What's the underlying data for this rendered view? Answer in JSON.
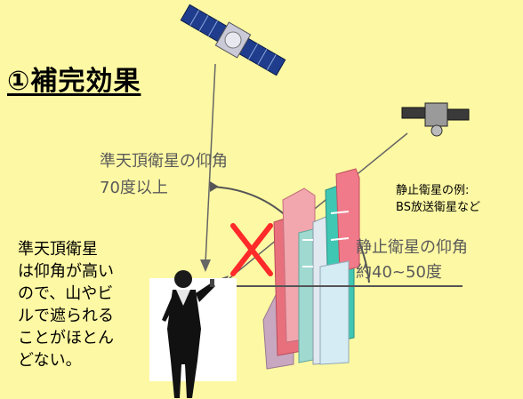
{
  "title": "①補完効果",
  "qzss_label": {
    "line1": "準天頂衛星の仰角",
    "line2": "70度以上"
  },
  "geo_label": {
    "line1": "静止衛星の仰角",
    "line2": "約40~50度"
  },
  "geo_example": {
    "line1": "静止衛星の例:",
    "line2": "BS放送衛星など"
  },
  "note": {
    "lines": [
      "準天頂衛星",
      "は仰角が高い",
      "ので、山やビ",
      "ルで遮られる",
      "ことがほとん",
      "どない。"
    ]
  },
  "colors": {
    "background": "#fdf8a3",
    "cross": "#ff2a2a",
    "building_red": "#e85a6a",
    "building_teal": "#3fc7b4"
  }
}
